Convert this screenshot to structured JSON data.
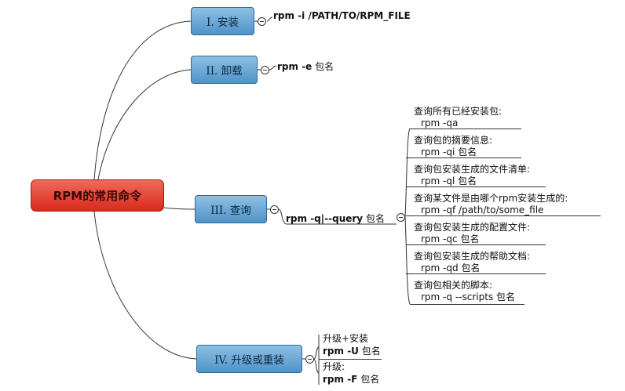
{
  "root": {
    "label": "RPM的常用命令"
  },
  "branches": [
    {
      "label": "I. 安装",
      "cmd": "rpm -i /PATH/TO/RPM_FILE",
      "suffix": ""
    },
    {
      "label": "II. 卸载",
      "cmd": "rpm -e",
      "suffix": " 包名"
    },
    {
      "label": "III. 查询",
      "cmd": "rpm -q|--query",
      "suffix": " 包名"
    },
    {
      "label": "IV. 升级或重装",
      "cmd": "",
      "suffix": ""
    }
  ],
  "query_items": [
    {
      "title": "查询所有已经安装包:",
      "cmd": "rpm -qa"
    },
    {
      "title": "查询包的摘要信息:",
      "cmd": "rpm -qi 包名"
    },
    {
      "title": "查询包安装生成的文件清单:",
      "cmd": "rpm -ql 包名"
    },
    {
      "title": "查询某文件是由哪个rpm安装生成的:",
      "cmd": "rpm -qf /path/to/some_file"
    },
    {
      "title": "查询包安装生成的配置文件:",
      "cmd": "rpm -qc 包名"
    },
    {
      "title": "查询包安装生成的帮助文档:",
      "cmd": "rpm -qd 包名"
    },
    {
      "title": "查询包相关的脚本:",
      "cmd": "rpm -q --scripts 包名"
    }
  ],
  "upgrade_items": [
    {
      "title": "升级+安装",
      "cmd": "rpm -U",
      "suffix": " 包名"
    },
    {
      "title": "升级:",
      "cmd": "rpm -F",
      "suffix": " 包名"
    }
  ]
}
